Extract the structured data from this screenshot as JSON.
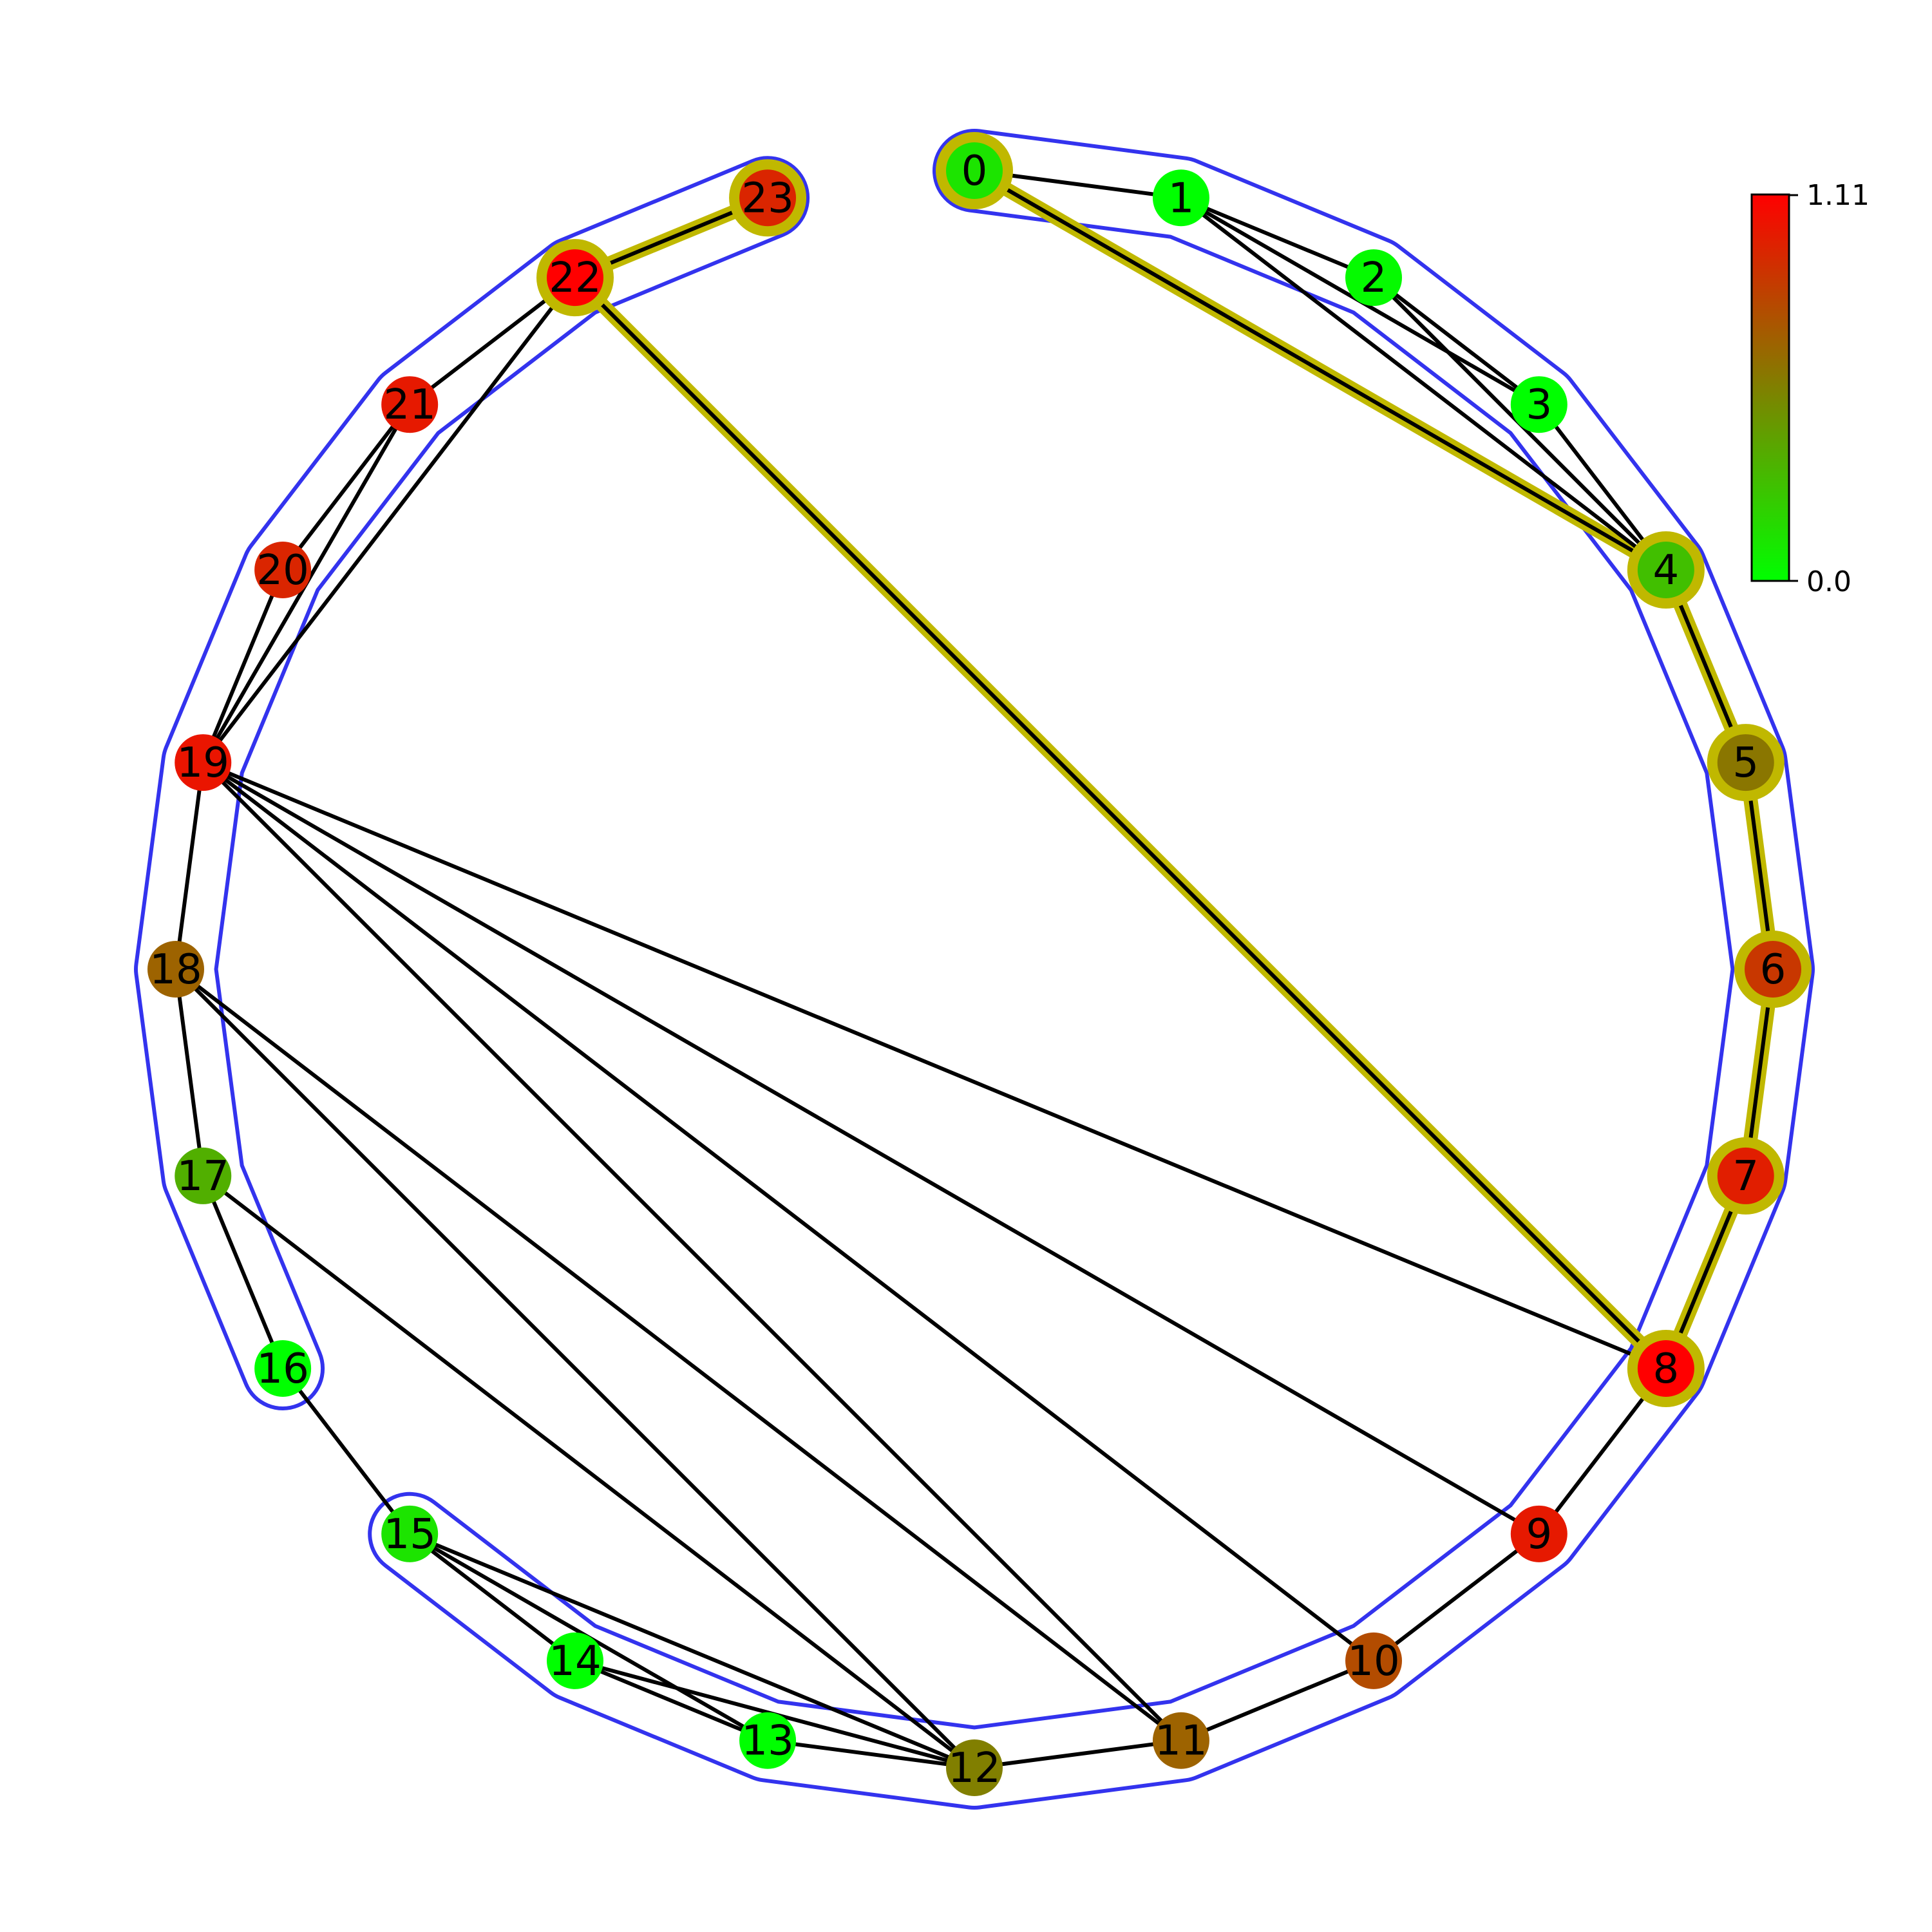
{
  "graph": {
    "node_count": 24,
    "nodes": [
      {
        "id": 0,
        "label": "0",
        "value": 0.12
      },
      {
        "id": 1,
        "label": "1",
        "value": 0.0
      },
      {
        "id": 2,
        "label": "2",
        "value": 0.02
      },
      {
        "id": 3,
        "label": "3",
        "value": 0.0
      },
      {
        "id": 4,
        "label": "4",
        "value": 0.28
      },
      {
        "id": 5,
        "label": "5",
        "value": 0.6
      },
      {
        "id": 6,
        "label": "6",
        "value": 0.87
      },
      {
        "id": 7,
        "label": "7",
        "value": 0.98
      },
      {
        "id": 8,
        "label": "8",
        "value": 1.11
      },
      {
        "id": 9,
        "label": "9",
        "value": 1.0
      },
      {
        "id": 10,
        "label": "10",
        "value": 0.78
      },
      {
        "id": 11,
        "label": "11",
        "value": 0.68
      },
      {
        "id": 12,
        "label": "12",
        "value": 0.56
      },
      {
        "id": 13,
        "label": "13",
        "value": 0.0
      },
      {
        "id": 14,
        "label": "14",
        "value": 0.0
      },
      {
        "id": 15,
        "label": "15",
        "value": 0.12
      },
      {
        "id": 16,
        "label": "16",
        "value": 0.0
      },
      {
        "id": 17,
        "label": "17",
        "value": 0.35
      },
      {
        "id": 18,
        "label": "18",
        "value": 0.68
      },
      {
        "id": 19,
        "label": "19",
        "value": 1.02
      },
      {
        "id": 20,
        "label": "20",
        "value": 0.95
      },
      {
        "id": 21,
        "label": "21",
        "value": 1.0
      },
      {
        "id": 22,
        "label": "22",
        "value": 1.11
      },
      {
        "id": 23,
        "label": "23",
        "value": 0.95
      }
    ],
    "edges": [
      [
        0,
        1
      ],
      [
        0,
        4
      ],
      [
        1,
        2
      ],
      [
        1,
        3
      ],
      [
        1,
        4
      ],
      [
        2,
        3
      ],
      [
        2,
        4
      ],
      [
        3,
        4
      ],
      [
        4,
        5
      ],
      [
        5,
        6
      ],
      [
        6,
        7
      ],
      [
        7,
        8
      ],
      [
        8,
        9
      ],
      [
        9,
        10
      ],
      [
        10,
        11
      ],
      [
        11,
        12
      ],
      [
        12,
        13
      ],
      [
        12,
        14
      ],
      [
        12,
        15
      ],
      [
        13,
        14
      ],
      [
        13,
        15
      ],
      [
        14,
        15
      ],
      [
        15,
        16
      ],
      [
        16,
        17
      ],
      [
        17,
        12
      ],
      [
        17,
        18
      ],
      [
        18,
        19
      ],
      [
        18,
        11
      ],
      [
        18,
        12
      ],
      [
        19,
        8
      ],
      [
        19,
        9
      ],
      [
        19,
        10
      ],
      [
        19,
        11
      ],
      [
        19,
        20
      ],
      [
        19,
        21
      ],
      [
        19,
        22
      ],
      [
        20,
        21
      ],
      [
        21,
        22
      ],
      [
        22,
        23
      ],
      [
        22,
        8
      ]
    ],
    "highlighted_path": [
      23,
      22,
      8,
      7,
      6,
      5,
      4,
      0
    ],
    "highlight_color": "#c0b800",
    "edge_color": "#000000",
    "group_outline_color": "#3333ee",
    "group_outlines": [
      {
        "name": "main-group",
        "members": [
          0,
          1,
          2,
          3,
          4,
          5,
          6,
          7,
          8,
          9,
          10,
          11,
          12,
          13,
          14,
          15
        ]
      },
      {
        "name": "upper-left-group",
        "members": [
          16,
          17,
          18,
          19,
          20,
          21,
          22,
          23
        ]
      }
    ]
  },
  "colorbar": {
    "min_label": "0.0",
    "max_label": "1.11",
    "min": 0.0,
    "max": 1.11,
    "color_low": "#00ff00",
    "color_mid": "#808000",
    "color_high": "#ff0000"
  }
}
